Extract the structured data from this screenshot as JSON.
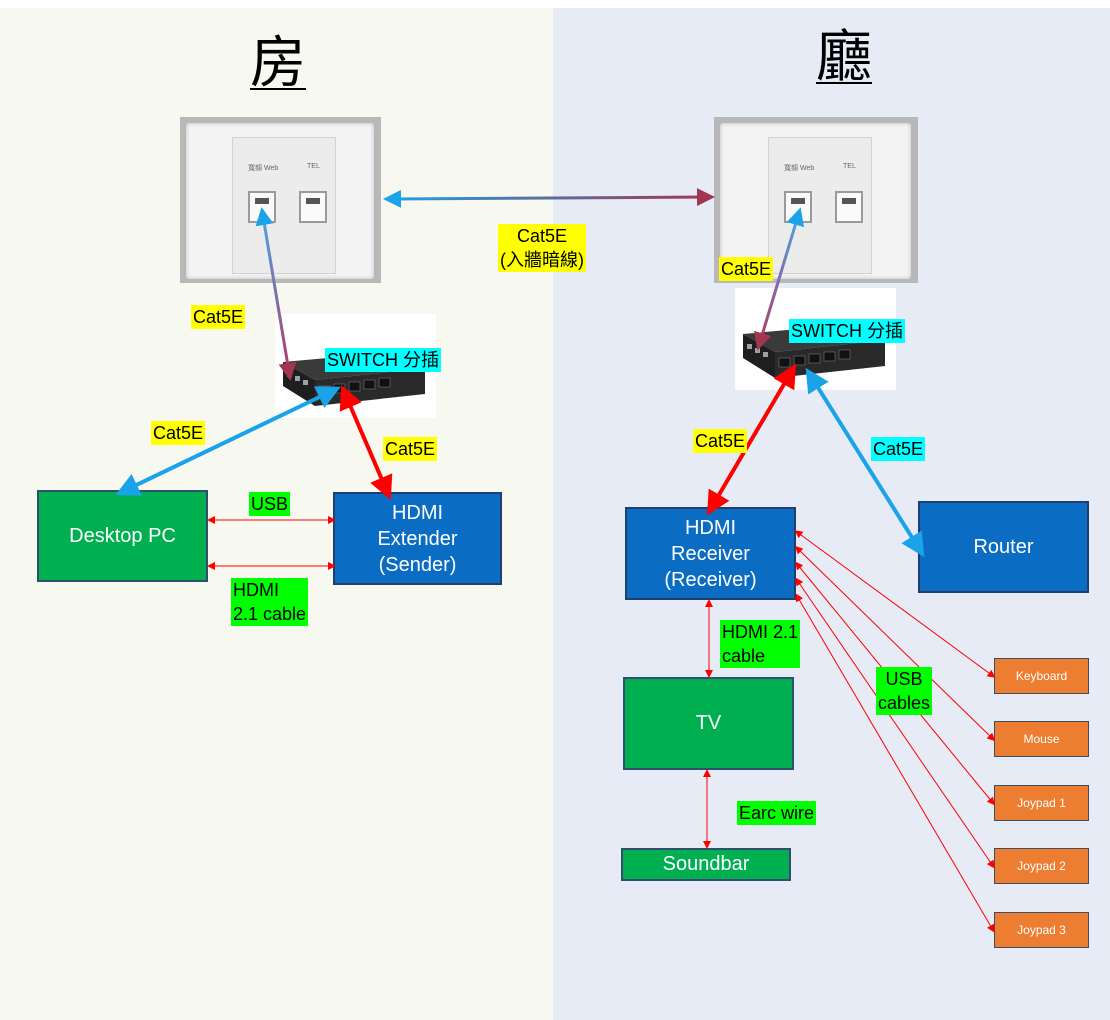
{
  "titles": {
    "room": "房",
    "hall": "廳"
  },
  "labels": {
    "cat5e_wall_left": "Cat5E",
    "cat5e_switch_pc": "Cat5E",
    "cat5e_switch_sender": "Cat5E",
    "cat5e_inwall": "Cat5E\n(入牆暗線)",
    "cat5e_wall_right": "Cat5E",
    "cat5e_switch_receiver": "Cat5E",
    "cat5e_switch_router": "Cat5E",
    "usb": "USB",
    "hdmi_21_left": "HDMI\n2.1 cable",
    "hdmi_21_right": "HDMI 2.1\ncable",
    "usb_cables": "USB\ncables",
    "earc": "Earc wire"
  },
  "switch_labels": {
    "left": "SWITCH 分插",
    "right": "SWITCH 分插"
  },
  "faceplate_text": {
    "web": "寬頻 Web",
    "tel": "TEL"
  },
  "devices": {
    "desktop_pc": "Desktop PC",
    "hdmi_sender": "HDMI\nExtender\n(Sender)",
    "hdmi_receiver": "HDMI\nReceiver\n(Receiver)",
    "router": "Router",
    "tv": "TV",
    "soundbar": "Soundbar"
  },
  "peripherals": [
    "Keyboard",
    "Mouse",
    "Joypad 1",
    "Joypad 2",
    "Joypad 3"
  ],
  "colors": {
    "ethernet_blue": "#1aa3e8",
    "inwall_purple": "#8b3a6b",
    "usb_red": "#ff0000",
    "device_green": "#00b050",
    "device_blue": "#0a6cc2",
    "peripheral_orange": "#ed7d31",
    "label_yellow": "#ffff00",
    "label_green": "#00ff00",
    "label_cyan": "#00ffff"
  }
}
